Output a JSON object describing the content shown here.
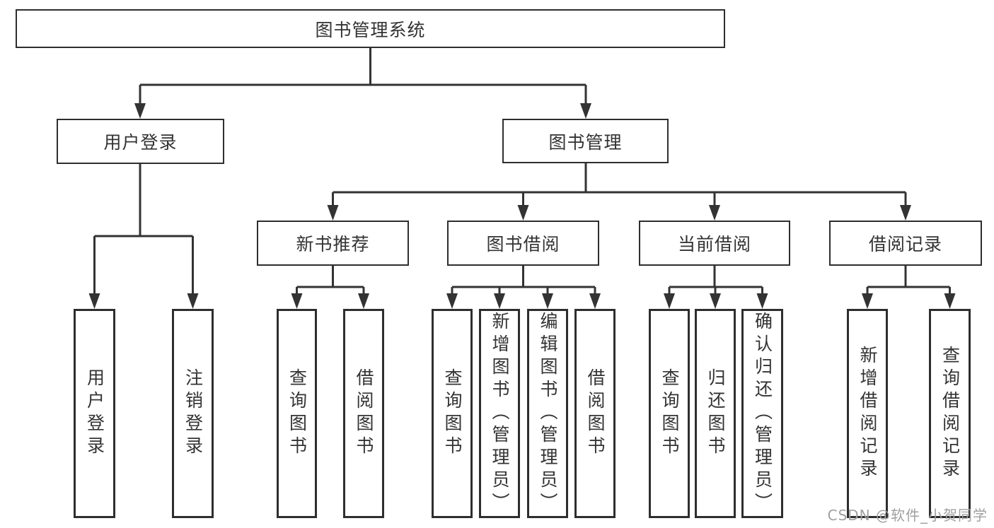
{
  "tree": {
    "root": "图书管理系统",
    "user_login": {
      "label": "用户登录",
      "children": [
        "用户登录",
        "注销登录"
      ]
    },
    "book_management": {
      "label": "图书管理",
      "sections": [
        {
          "label": "新书推荐",
          "children": [
            "查询图书",
            "借阅图书"
          ]
        },
        {
          "label": "图书借阅",
          "children": [
            "查询图书",
            "新增图书（管理员）",
            "编辑图书（管理员）",
            "借阅图书"
          ]
        },
        {
          "label": "当前借阅",
          "children": [
            "查询图书",
            "归还图书",
            "确认归还（管理员）"
          ]
        },
        {
          "label": "借阅记录",
          "children": [
            "新增借阅记录",
            "查询借阅记录"
          ]
        }
      ]
    }
  },
  "watermark": "CSDN @软件_小贺同学",
  "colors": {
    "line": "#333333",
    "box_border": "#2e2e2e",
    "text": "#333333",
    "background": "#ffffff",
    "watermark": "#a0a0a0"
  }
}
